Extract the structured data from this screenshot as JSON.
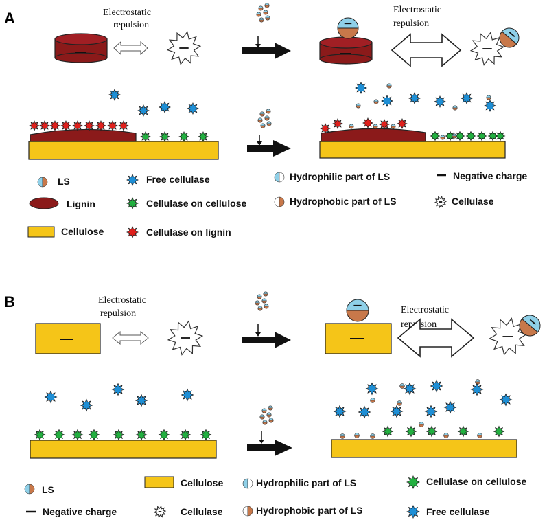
{
  "panels": {
    "a": {
      "letter": "A",
      "repulsion_left": [
        "Electrostatic",
        "repulsion"
      ],
      "repulsion_right": [
        "Electrostatic",
        "repulsion"
      ],
      "legend": {
        "ls": "LS",
        "free_cellulase": "Free cellulase",
        "hydrophilic": "Hydrophilic part of LS",
        "negative_charge": "Negative charge",
        "lignin": "Lignin",
        "cellulase_on_cellulose": "Cellulase on cellulose",
        "hydrophobic": "Hydrophobic part of LS",
        "cellulase": "Cellulase",
        "cellulose": "Cellulose",
        "cellulase_on_lignin": "Cellulase on lignin"
      }
    },
    "b": {
      "letter": "B",
      "repulsion_left": [
        "Electrostatic",
        "repulsion"
      ],
      "repulsion_right": [
        "Electrostatic",
        "repulsion"
      ],
      "legend": {
        "ls": "LS",
        "cellulose": "Cellulose",
        "hydrophilic": "Hydrophilic part of LS",
        "cellulase_on_cellulose": "Cellulase on cellulose",
        "negative_charge": "Negative charge",
        "cellulase": "Cellulase",
        "hydrophobic": "Hydrophobic part of LS",
        "free_cellulase": "Free cellulase"
      }
    }
  },
  "colors": {
    "lignin": "#8b1a1a",
    "lignin_top": "#a11f24",
    "cellulose": "#f5c518",
    "free_cellulase": "#1e8fd6",
    "cellulase_on_cellulose": "#22b040",
    "cellulase_on_lignin": "#e0201c",
    "ls_hydrophilic": "#8fd0e8",
    "ls_hydrophobic": "#c8784a",
    "arrow": "#111111",
    "line": "#222222"
  }
}
